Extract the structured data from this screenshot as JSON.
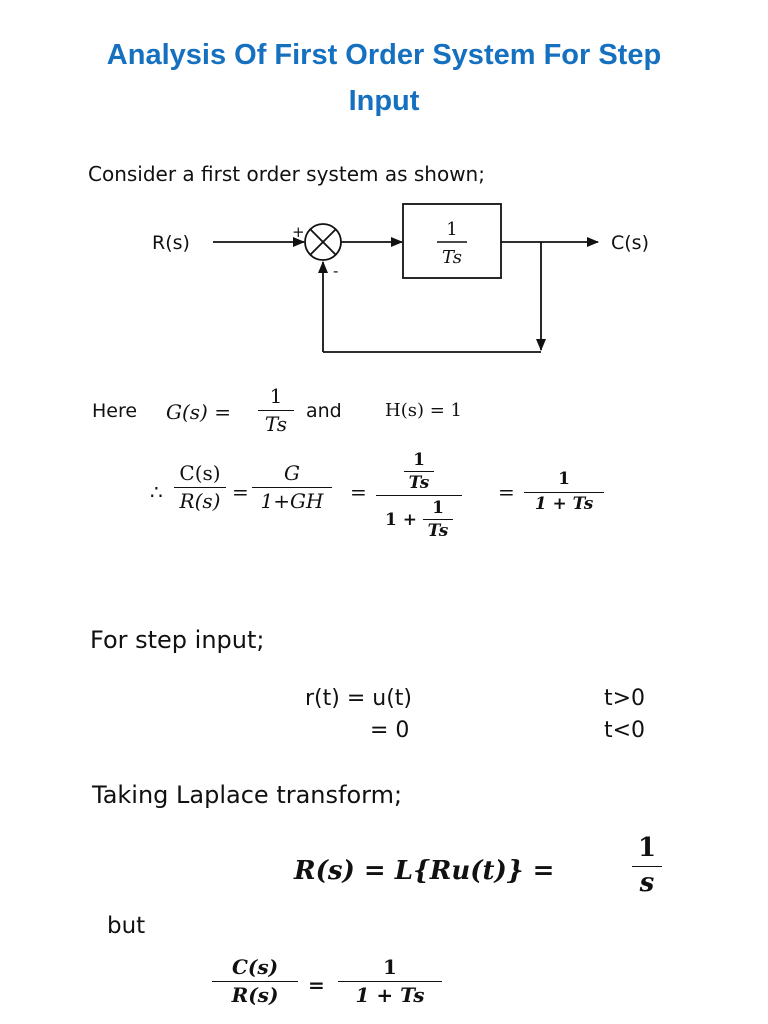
{
  "title": {
    "line1": "Analysis Of First Order System For Step",
    "line2": "Input"
  },
  "intro": "Consider a first order system as shown;",
  "diagram": {
    "input": "R(s)",
    "output": "C(s)",
    "plus": "+",
    "minus": "-",
    "block_num": "1",
    "block_den": "Ts"
  },
  "here": {
    "label": "Here",
    "g_lhs": "G(s) =",
    "g_num": "1",
    "g_den": "Ts",
    "and": "and",
    "h_eq": "H(s) = 1"
  },
  "tf": {
    "therefore": "∴",
    "lhs_num": "C(s)",
    "lhs_den": "R(s)",
    "eq": "=",
    "f2_num": "G",
    "f2_den": "1+GH",
    "f3_inner_num": "1",
    "f3_inner_den": "Ts",
    "f3_den_prefix": "1 +",
    "f3_den_num": "1",
    "f3_den_den": "Ts",
    "f4_num": "1",
    "f4_den": "1 + Ts"
  },
  "step": {
    "heading": "For step input;",
    "line1_lhs": "r(t) = u(t)",
    "line1_cond": "t>0",
    "line2_lhs": "= 0",
    "line2_cond": "t<0"
  },
  "laplace": {
    "heading": "Taking Laplace transform;",
    "eq_lhs": "R(s) = L{Ru(t)} =",
    "eq_num": "1",
    "eq_den": "s"
  },
  "but": {
    "label": "but",
    "lhs_num": "C(s)",
    "lhs_den": "R(s)",
    "eq": "=",
    "rhs_num": "1",
    "rhs_den": "1 + Ts"
  }
}
